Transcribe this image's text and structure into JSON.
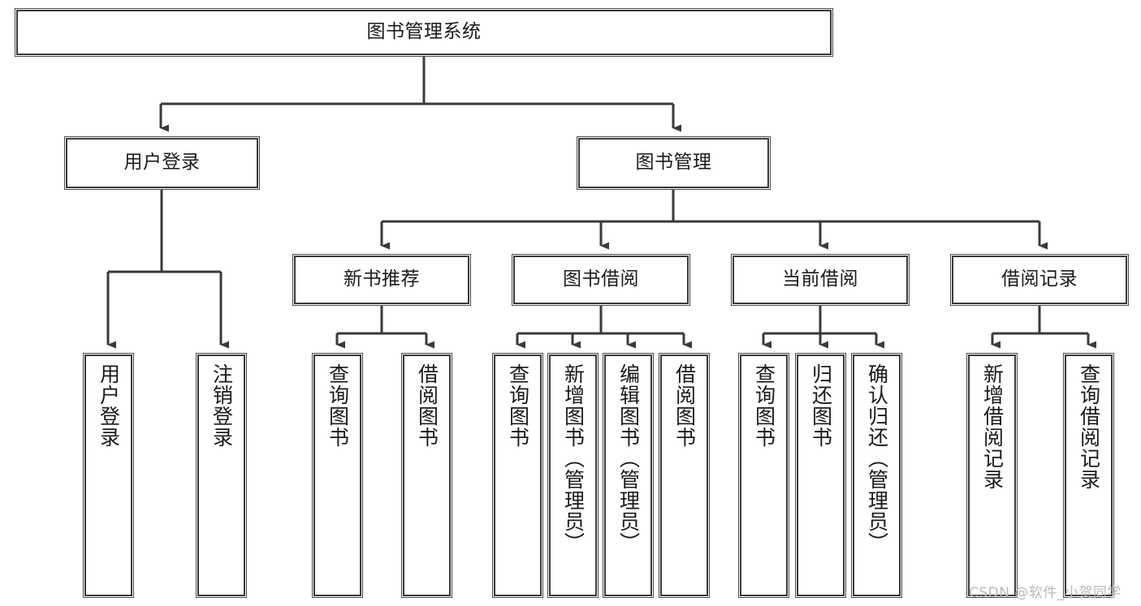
{
  "diagram": {
    "title": "图书管理系统",
    "type": "tree",
    "watermark": "CSDN @软件_小贺同学",
    "colors": {
      "box_border": "#3a3a3a",
      "box_fill": "#ffffff",
      "edge": "#3a3a3a",
      "text": "#1a1a1a",
      "watermark": "#b9b9b9"
    },
    "nodes": {
      "root": {
        "label": "图书管理系统",
        "orientation": "horizontal",
        "level": 1
      },
      "l2": [
        {
          "label": "用户登录",
          "orientation": "horizontal",
          "level": 2
        },
        {
          "label": "图书管理",
          "orientation": "horizontal",
          "level": 2
        }
      ],
      "l3": [
        {
          "label": "新书推荐",
          "orientation": "horizontal",
          "level": 3
        },
        {
          "label": "图书借阅",
          "orientation": "horizontal",
          "level": 3
        },
        {
          "label": "当前借阅",
          "orientation": "horizontal",
          "level": 3
        },
        {
          "label": "借阅记录",
          "orientation": "horizontal",
          "level": 3
        }
      ],
      "leaves": [
        {
          "label": "用户登录",
          "orientation": "vertical",
          "level": 4,
          "parent": "用户登录"
        },
        {
          "label": "注销登录",
          "orientation": "vertical",
          "level": 4,
          "parent": "用户登录"
        },
        {
          "label": "查询图书",
          "orientation": "vertical",
          "level": 4,
          "parent": "新书推荐"
        },
        {
          "label": "借阅图书",
          "orientation": "vertical",
          "level": 4,
          "parent": "新书推荐"
        },
        {
          "label": "查询图书",
          "orientation": "vertical",
          "level": 4,
          "parent": "图书借阅"
        },
        {
          "label": "新增图书（管理员）",
          "orientation": "vertical",
          "level": 4,
          "parent": "图书借阅"
        },
        {
          "label": "编辑图书（管理员）",
          "orientation": "vertical",
          "level": 4,
          "parent": "图书借阅"
        },
        {
          "label": "借阅图书",
          "orientation": "vertical",
          "level": 4,
          "parent": "图书借阅"
        },
        {
          "label": "查询图书",
          "orientation": "vertical",
          "level": 4,
          "parent": "当前借阅"
        },
        {
          "label": "归还图书",
          "orientation": "vertical",
          "level": 4,
          "parent": "当前借阅"
        },
        {
          "label": "确认归还（管理员）",
          "orientation": "vertical",
          "level": 4,
          "parent": "当前借阅"
        },
        {
          "label": "新增借阅记录",
          "orientation": "vertical",
          "level": 4,
          "parent": "借阅记录"
        },
        {
          "label": "查询借阅记录",
          "orientation": "vertical",
          "level": 4,
          "parent": "借阅记录"
        }
      ]
    }
  }
}
